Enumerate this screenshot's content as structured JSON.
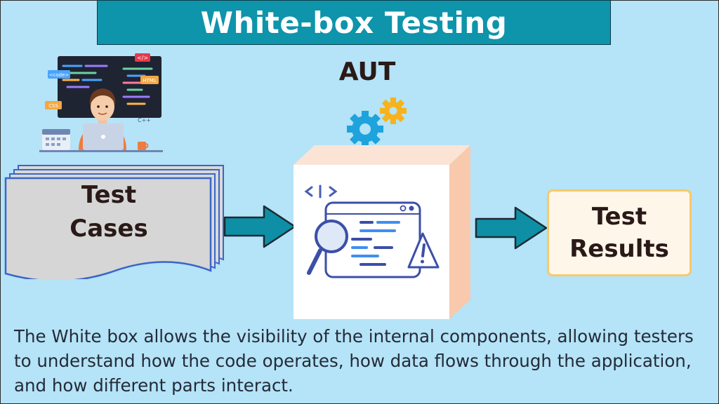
{
  "title": "White-box Testing",
  "aut_label": "AUT",
  "test_cases": {
    "line1": "Test",
    "line2": "Cases"
  },
  "test_results": {
    "line1": "Test",
    "line2": "Results"
  },
  "description": "The White box allows the visibility of the internal components, allowing testers to understand how the code operates, how data flows through the application, and how different parts interact.",
  "illustration_tags": {
    "code": "</>",
    "code_tag": "<code>",
    "html": "HTML",
    "css": "CSS",
    "cpp": "C++"
  },
  "colors": {
    "background": "#b5e3f7",
    "title_bar": "#0e94ab",
    "arrow": "#0e8fa6",
    "results_border": "#f7c96b",
    "gear_blue": "#1ea3dd",
    "gear_yellow": "#f7b21c"
  }
}
